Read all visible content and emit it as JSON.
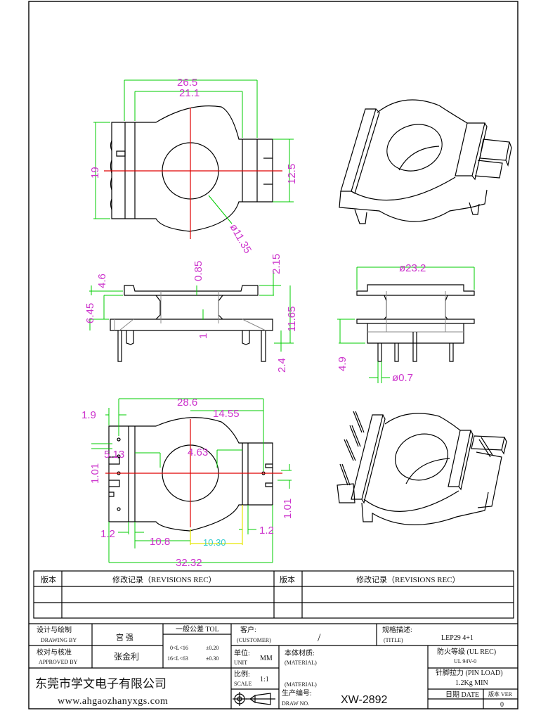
{
  "drawing": {
    "top_view": {
      "dims": {
        "overall_width": "26.5",
        "inner_width": "21.1",
        "height_left": "19",
        "height_right": "12.5",
        "hole_diameter": "ø11.35"
      }
    },
    "side_view": {
      "dims": {
        "d1": "4.6",
        "d2": "6.45",
        "d3": "0.85",
        "d4": "1",
        "d5": "2.15",
        "d6": "11.65",
        "d7": "2.4"
      }
    },
    "front_view": {
      "dims": {
        "flange_dia": "ø23.2",
        "pin_height": "4.9",
        "pin_dia": "ø0.7"
      }
    },
    "bottom_view": {
      "dims": {
        "a": "28.6",
        "b": "14.55",
        "c": "1.9",
        "d": "5.13",
        "e": "4.63",
        "f": "1.01",
        "g": "1.01",
        "h": "1.2",
        "i": "10.8",
        "j": "10.30",
        "k": "1.2",
        "l": "32.32"
      }
    }
  },
  "revisions": {
    "left": {
      "col_version": "版本",
      "col_record": "修改记录（REVISIONS REC）"
    },
    "right": {
      "col_version": "版本",
      "col_record": "修改记录（REVISIONS REC）"
    }
  },
  "title_block": {
    "drawing_by_label_cn": "设计与绘制",
    "drawing_by_label_en": "DRAWING BY",
    "drawing_by_value": "宫  强",
    "approved_by_label_cn": "校对与核准",
    "approved_by_label_en": "APPROVED BY",
    "approved_by_value": "张金利",
    "tol_header": "一般公差 TOL",
    "tol_rows": [
      {
        "range": "0<L<16",
        "value": "±0.20"
      },
      {
        "range": "16<L<63",
        "value": "±0.30"
      }
    ],
    "customer_label_cn": "客户:",
    "customer_label_en": "(CUSTOMER)",
    "customer_value": "/",
    "title_label_cn": "规格描述:",
    "title_label_en": "(TITLE)",
    "title_value": "LEP29 4+1",
    "unit_label_cn": "单位:",
    "unit_label_en": "UNIT",
    "unit_value": "MM",
    "material_label_cn": "本体材质:",
    "material_label_en": "(MATERIAL)",
    "material2_label_en": "(MATERIAL)",
    "flame_label": "防火等级 (UL REC)",
    "flame_value": "UL 94V-0",
    "scale_label_cn": "比例:",
    "scale_label_en": "SCALE",
    "scale_value": "1:1",
    "pin_load_label": "针脚拉力 (PIN LOAD)",
    "pin_load_value": "1.2Kg  MIN",
    "part_no_label_cn": "生产编号:",
    "part_no_label_en": "DRAW NO.",
    "part_no_value": "XW-2892",
    "date_label": "日期 DATE",
    "version_label": "版本 VER",
    "version_value": "0",
    "company_name": "东莞市学文电子有限公司",
    "company_url": "www.ahgaozhanyxgs.com"
  }
}
